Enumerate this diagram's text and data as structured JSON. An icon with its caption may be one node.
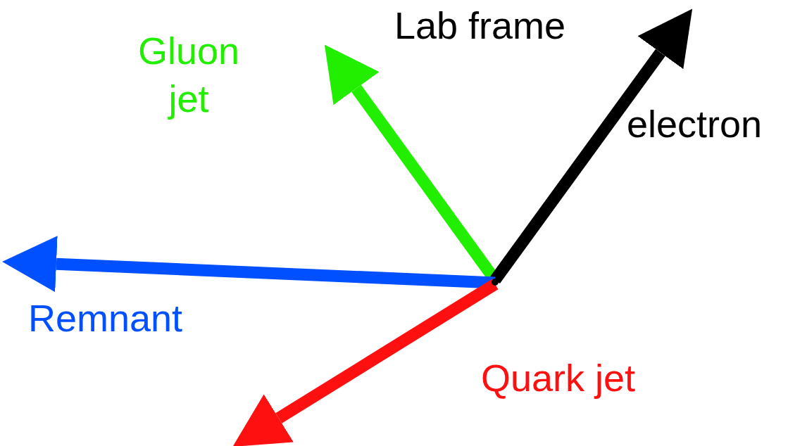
{
  "diagram": {
    "title": "Lab frame",
    "nodes": [
      {
        "text": [
          "electron"
        ]
      },
      {
        "text": [
          "Remnant"
        ]
      },
      {
        "text": [],
        "shape": "point"
      }
    ],
    "edges": [
      {
        "from": 2,
        "to": null,
        "arrow": "to",
        "label": "Gluon jet",
        "color": "#22ee00"
      },
      {
        "from": 2,
        "to": 0,
        "arrow": "to",
        "color": "#000000"
      },
      {
        "from": 2,
        "to": 1,
        "arrow": "to",
        "color": "#0050ff"
      },
      {
        "from": 2,
        "to": null,
        "arrow": "to",
        "label": "Quark jet",
        "color": "#ff1010"
      }
    ]
  }
}
